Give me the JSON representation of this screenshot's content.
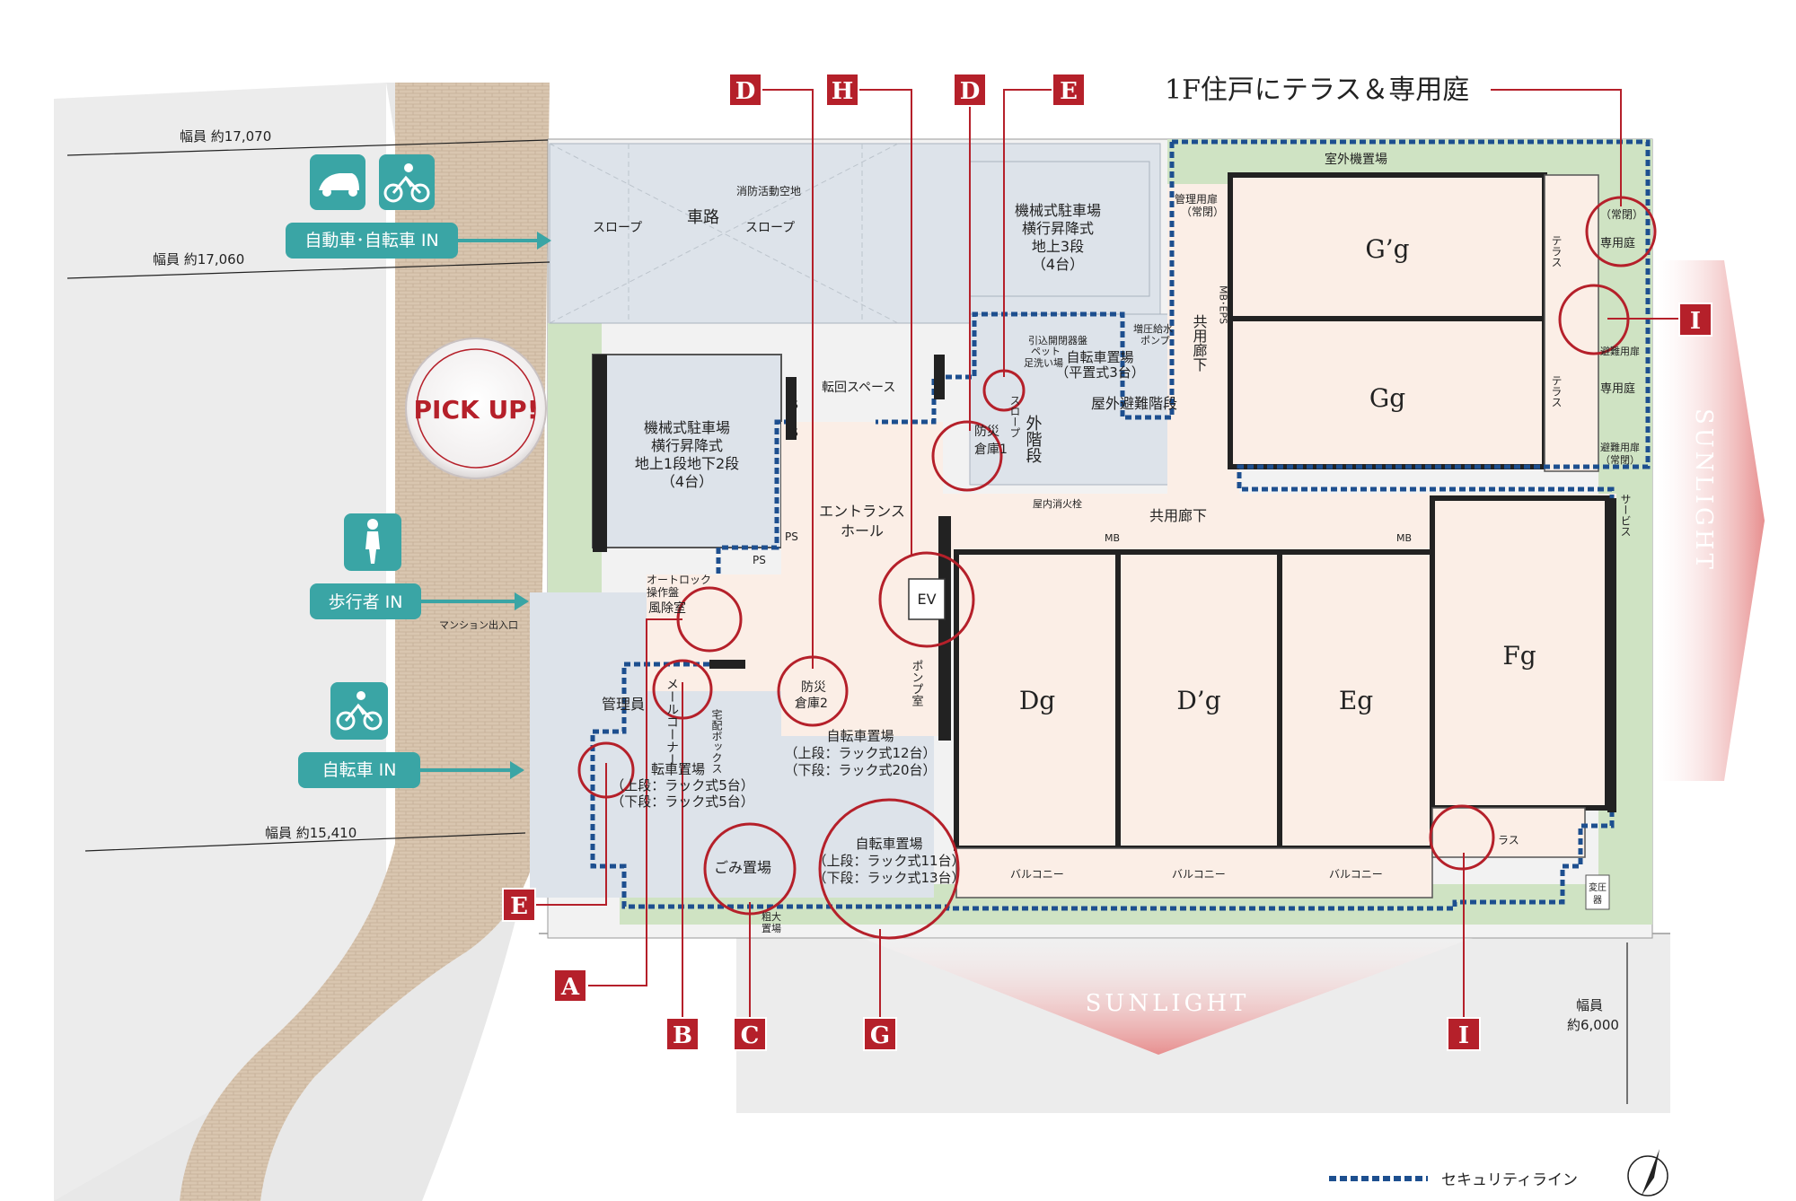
{
  "headline": "1F住戸にテラス＆専用庭",
  "pick_up": "PICK UP!",
  "entries": {
    "car_bike": "自動車･自転車 IN",
    "pedestrian": "歩行者 IN",
    "bicycle": "自転車 IN",
    "mansion_exit": "マンション出入口"
  },
  "road_widths": {
    "w1": "幅員 約17,070",
    "w2": "幅員 約17,060",
    "w3": "幅員 約15,410",
    "w4_line1": "幅員",
    "w4_line2": "約6,000"
  },
  "sunlight": "SUNLIGHT",
  "legend": {
    "security_line": "セキュリティライン"
  },
  "tags": {
    "A": "A",
    "B": "B",
    "C": "C",
    "D1": "D",
    "D2": "D",
    "E1": "E",
    "E2": "E",
    "G": "G",
    "H": "H",
    "I1": "I",
    "I2": "I"
  },
  "labels": {
    "slope1": "スロープ",
    "road": "車路",
    "slope2": "スロープ",
    "fire_space": "消防活動空地",
    "parking_top_l1": "機械式駐車場",
    "parking_top_l2": "横行昇降式",
    "parking_top_l3": "地上3段",
    "parking_top_l4": "（4台）",
    "parking_left_l1": "機械式駐車場",
    "parking_left_l2": "横行昇降式",
    "parking_left_l3": "地上1段地下2段",
    "parking_left_l4": "（4台）",
    "turn_space": "転回スペース",
    "ps1": "PS",
    "ps2": "PS",
    "ps3": "PS",
    "ps4": "PS",
    "entrance_l1": "エントランス",
    "entrance_l2": "ホール",
    "ev": "EV",
    "autolock_l1": "オートロック",
    "autolock_l2": "操作盤",
    "wind_room": "風除室",
    "admin_room": "管理員",
    "mail_corner": "メールコーナー",
    "delivery_box": "宅配ボックス",
    "bosai1_l1": "防災",
    "bosai1_l2": "倉庫1",
    "bosai2_l1": "防災",
    "bosai2_l2": "倉庫2",
    "pump_room": "ポンプ室",
    "bike_a_l1": "転車置場",
    "bike_a_l2": "（上段：ラック式5台）",
    "bike_a_l3": "（下段：ラック式5台）",
    "bike_b_l1": "自転車置場",
    "bike_b_l2": "（上段：ラック式12台）",
    "bike_b_l3": "（下段：ラック式20台）",
    "bike_c_l1": "自転車置場",
    "bike_c_l2": "（上段：ラック式11台）",
    "bike_c_l3": "（下段：ラック式13台）",
    "bike_d_l1": "自転車置場",
    "bike_d_l2": "（平置式3台）",
    "garbage": "ごみ置場",
    "outdoor_stair": "屋外避難階段",
    "outer_stair": "外階段",
    "slope3": "スロープ",
    "indoor_hydrant": "屋内消火栓",
    "pet_wash_l1": "ペット",
    "pet_wash_l2": "足洗い場",
    "booster_pump_l1": "増圧給水",
    "booster_pump_l2": "ポンプ",
    "intake_panel": "引込開閉器盤",
    "corridor_main": "共用廊下",
    "corridor_v": "共用廊下",
    "mb1": "MB",
    "mb2": "MB",
    "mbeps": "MB･EPS",
    "outdoor_unit": "室外機置場",
    "admin_door_l1": "管理用扉",
    "admin_door_l2": "（常閉）",
    "closed1": "（常閉）",
    "private_garden1": "専用庭",
    "private_garden2": "専用庭",
    "evac_door1": "避難用扉",
    "evac_door2_l1": "避難用扉",
    "evac_door2_l2": "（常閉）",
    "terrace1": "テラス",
    "terrace2": "テラス",
    "terrace3": "ラス",
    "service": "サービス",
    "balcony1": "バルコニー",
    "balcony2": "バルコニー",
    "balcony3": "バルコニー",
    "transformer_l1": "変圧",
    "transformer_l2": "器",
    "garbage2_l1": "粗大",
    "garbage2_l2": "置場"
  },
  "units": {
    "Gpg": "G’g",
    "Gg": "Gg",
    "Dg": "Dg",
    "Dpg": "D’g",
    "Eg": "Eg",
    "Fg": "Fg"
  },
  "colors": {
    "tag_red": "#b5202a",
    "teal": "#3aa5a5",
    "security_blue": "#1d4f8f",
    "garden_green": "#cfe3c3",
    "interior": "#fbeee6",
    "parking_gray": "#dde3ea",
    "paving": "#d8c7b4"
  },
  "icons": [
    "car-icon",
    "bicycle-icon",
    "pedestrian-icon",
    "compass-icon"
  ]
}
